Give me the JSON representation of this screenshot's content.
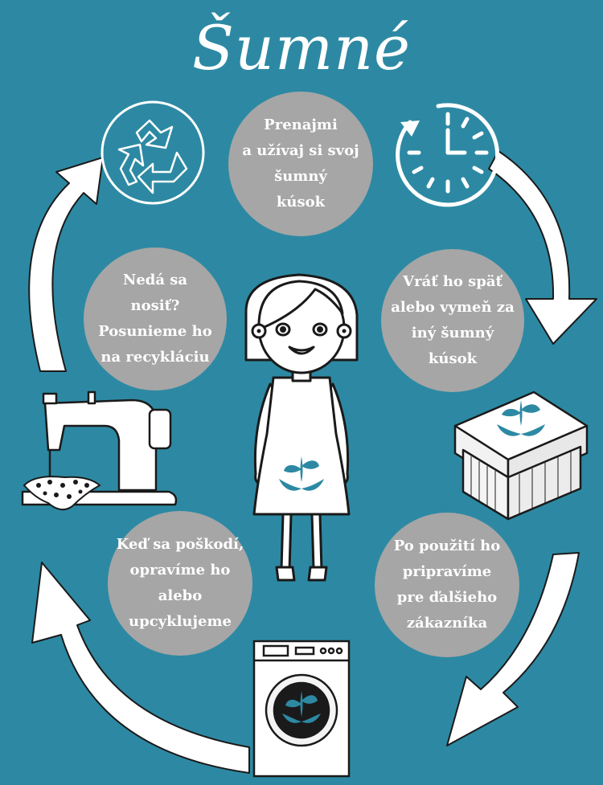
{
  "title": "Šumné",
  "steps": [
    {
      "id": "rent",
      "text": "Prenajmi\na užívaj si svoj\nšumný\nkúsok"
    },
    {
      "id": "return",
      "text": "Vráť ho späť\nalebo vymeň za\niný  šumný\nkúsok"
    },
    {
      "id": "prepare",
      "text": "Po použití ho\npripravíme\npre ďalšieho\nzákazníka"
    },
    {
      "id": "repair",
      "text": "Keď sa poškodí,\nopravíme ho\nalebo\nupcyklujeme"
    },
    {
      "id": "recycle",
      "text": "Nedá sa\nnosiť?\nPosunieme ho\nna recykláciu"
    }
  ],
  "icons": [
    "recycle-icon",
    "clock-icon",
    "gift-box-icon",
    "washing-machine-icon",
    "sewing-machine-icon",
    "girl-figure",
    "plant-in-hands-logo"
  ],
  "colors": {
    "background": "#2d89a3",
    "bubble": "#a6a6a6",
    "accent": "#2d89a3",
    "white": "#ffffff",
    "ink": "#1a1a1a"
  }
}
